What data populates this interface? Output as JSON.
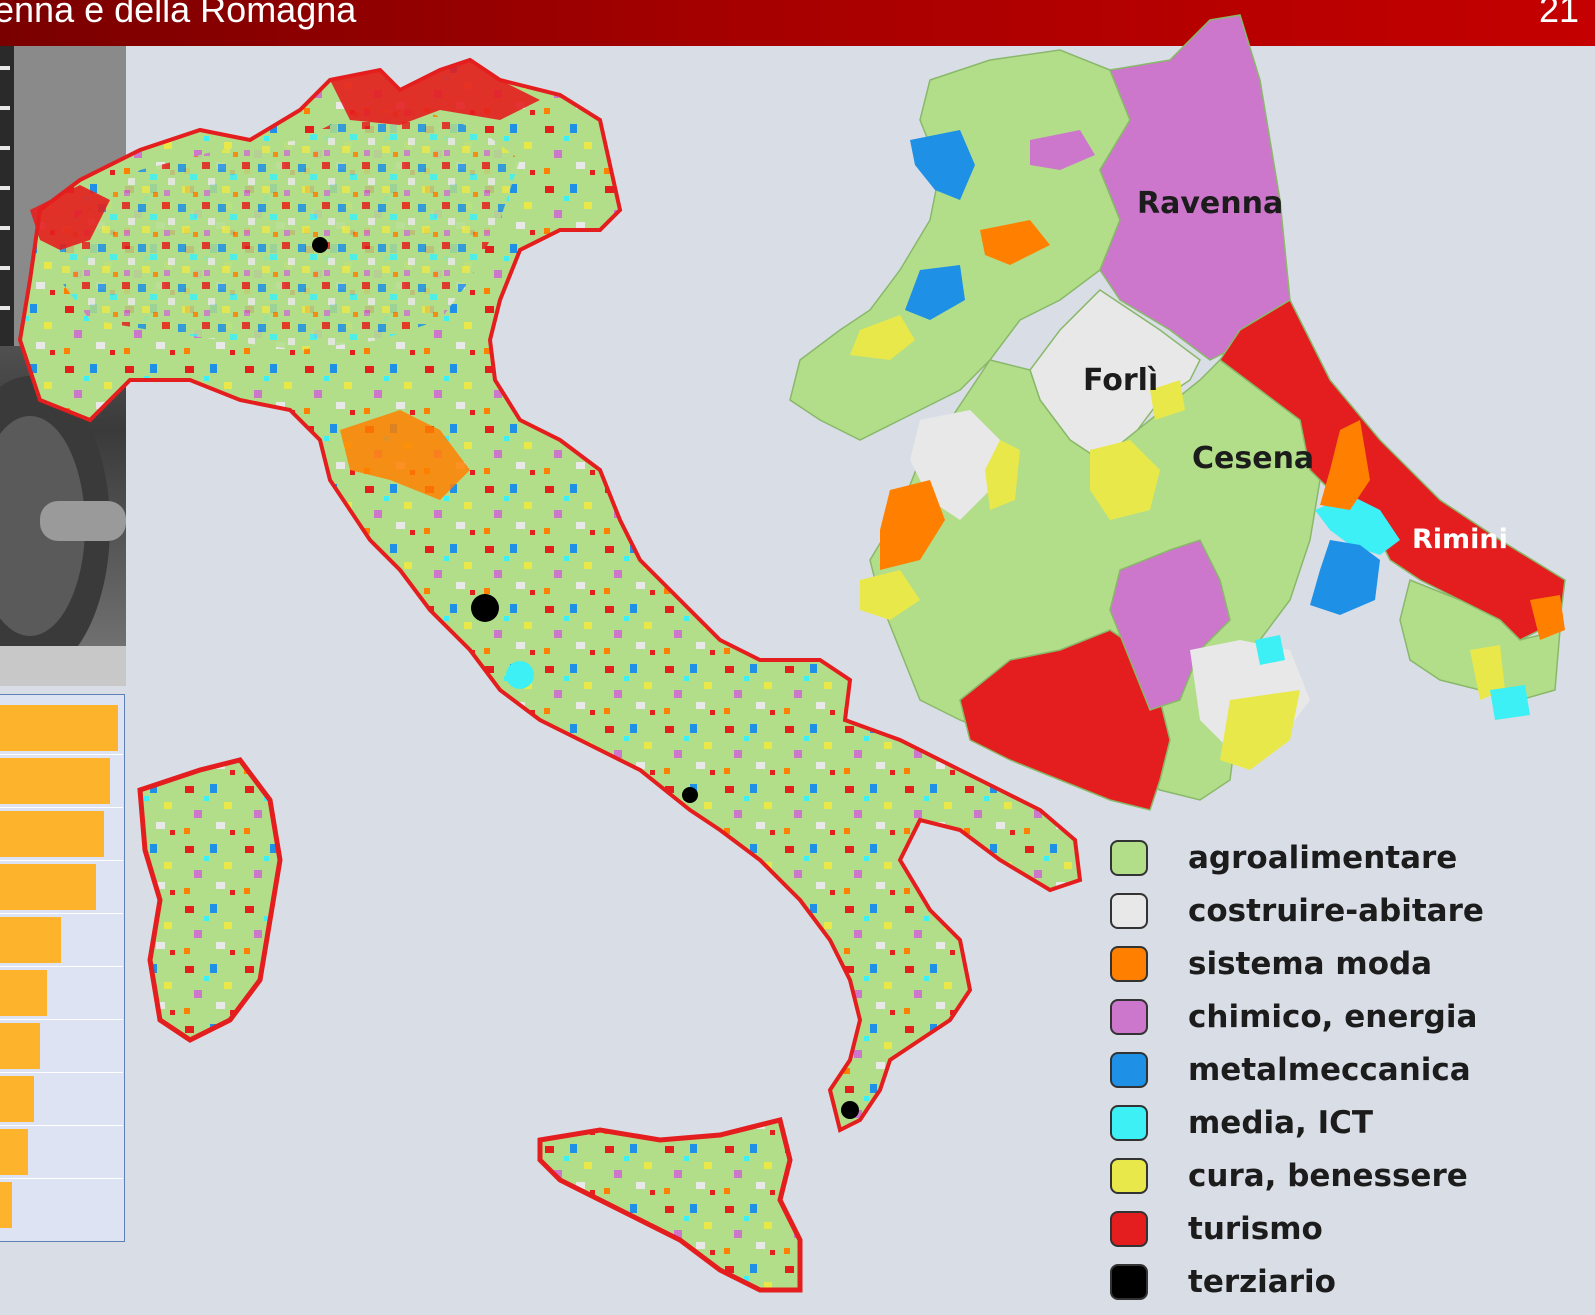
{
  "header": {
    "title": "enna e della Romagna",
    "page_number": "21"
  },
  "cities": [
    {
      "label": "Ravenna"
    },
    {
      "label": "Forlì"
    },
    {
      "label": "Cesena"
    },
    {
      "label": "Rimini"
    }
  ],
  "legend": [
    {
      "label": "agroalimentare",
      "color": "#b2de8a"
    },
    {
      "label": "costruire-abitare",
      "color": "#e8e8e8"
    },
    {
      "label": "sistema moda",
      "color": "#ff8000"
    },
    {
      "label": "chimico, energia",
      "color": "#cc77cc"
    },
    {
      "label": "metalmeccanica",
      "color": "#1e90e6"
    },
    {
      "label": "media, ICT",
      "color": "#3cf0f5"
    },
    {
      "label": "cura, benessere",
      "color": "#e9e84a"
    },
    {
      "label": "turismo",
      "color": "#e41e1e"
    },
    {
      "label": "terziario",
      "color": "#000000"
    }
  ],
  "bar_chart": {
    "type": "bar",
    "bar_color": "#fdb32c",
    "values": [
      118,
      110,
      104,
      96,
      61,
      47,
      40,
      34,
      28,
      12
    ]
  }
}
